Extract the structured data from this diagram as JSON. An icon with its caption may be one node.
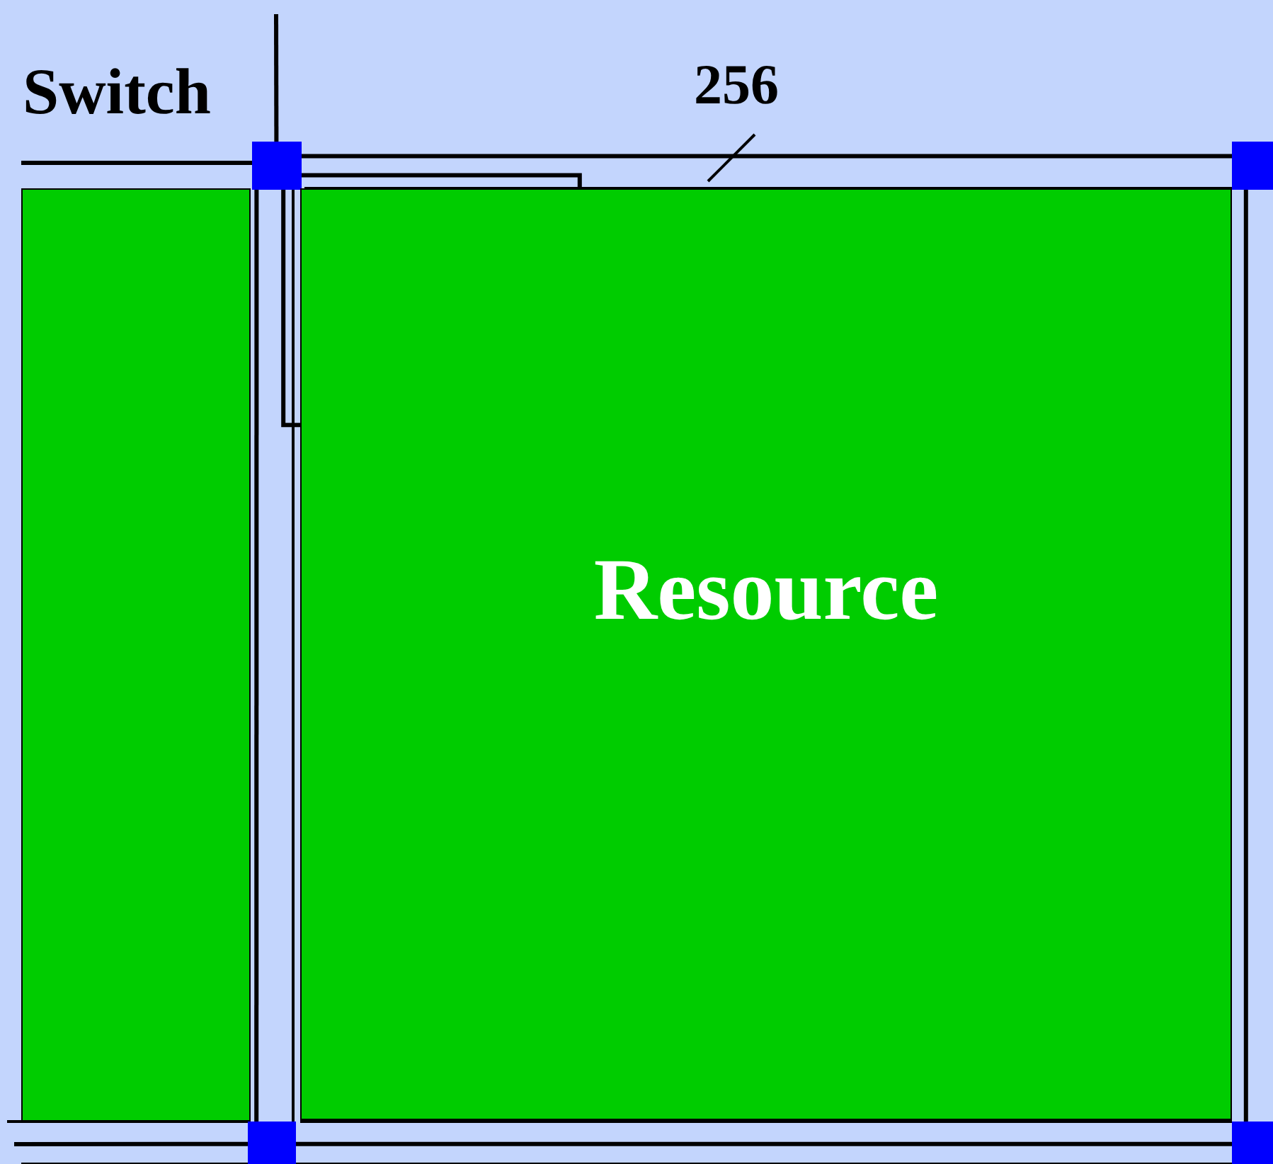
{
  "diagram": {
    "nodes": [
      {
        "text": [],
        "shape": "box",
        "beside": [
          "Switch"
        ]
      },
      {
        "text": [],
        "shape": "box"
      },
      {
        "text": [],
        "shape": "box"
      },
      {
        "text": [
          "Resource"
        ]
      },
      {
        "text": [],
        "shape": "box"
      },
      {
        "text": [],
        "shape": "box"
      }
    ],
    "edges": [
      {
        "from": 0,
        "to": 1,
        "arrow": "none",
        "label": "256"
      },
      {
        "from": 0,
        "to": 3,
        "arrow": "none"
      },
      {
        "from": 0,
        "to": 3,
        "arrow": "none"
      },
      {
        "from": 0,
        "to": 4,
        "arrow": "none"
      },
      {
        "from": 1,
        "to": 5,
        "arrow": "none"
      },
      {
        "from": 4,
        "to": 5,
        "arrow": "none"
      },
      {
        "from": null,
        "to": 0,
        "arrow": "none"
      },
      {
        "from": null,
        "to": 0,
        "arrow": "none"
      },
      {
        "from": null,
        "to": 4,
        "arrow": "none"
      }
    ]
  }
}
